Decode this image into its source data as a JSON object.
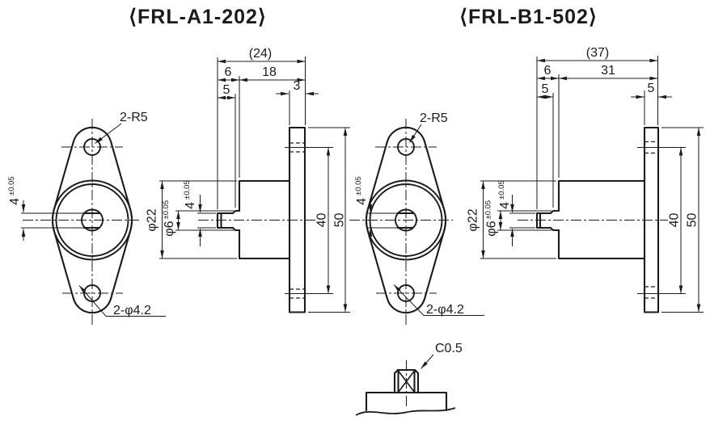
{
  "colors": {
    "ink": "#1b1b1b",
    "paper": "#ffffff"
  },
  "a1": {
    "title": "⟨FRL-A1-202⟩",
    "front": {
      "corner_radius": "2-R5",
      "holes": "2-φ4.2",
      "flat_width": "4",
      "flat_width_tol": "±0.05"
    },
    "side": {
      "overall_length": "(24)",
      "shaft_length": "6",
      "body_length": "18",
      "flat_length": "5",
      "flange_thickness": "3",
      "body_diameter": "φ22",
      "shaft_diameter": "φ6",
      "shaft_diameter_tol": "±0.05",
      "flat_width": "4",
      "flat_width_tol": "±0.05",
      "hole_pitch": "40",
      "flange_height": "50"
    }
  },
  "b1": {
    "title": "⟨FRL-B1-502⟩",
    "front": {
      "corner_radius": "2-R5",
      "holes": "2-φ4.2",
      "flat_width": "4",
      "flat_width_tol": "±0.05"
    },
    "side": {
      "overall_length": "(37)",
      "shaft_length": "6",
      "body_length": "31",
      "flat_length": "5",
      "flange_thickness": "5",
      "body_diameter": "φ22",
      "shaft_diameter": "φ6",
      "shaft_diameter_tol": "±0.05",
      "flat_width": "4",
      "flat_width_tol": "±0.05",
      "hole_pitch": "40",
      "flange_height": "50"
    }
  },
  "detail": {
    "chamfer": "C0.5"
  }
}
